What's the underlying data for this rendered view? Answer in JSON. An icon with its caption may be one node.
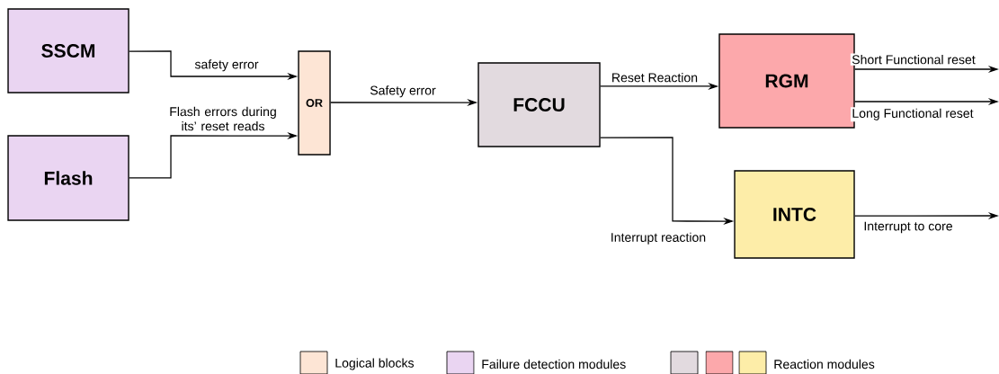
{
  "diagram": {
    "nodes": [
      {
        "text": [
          "SSCM"
        ]
      },
      {
        "text": [
          "Flash"
        ]
      },
      {
        "text": [
          "OR"
        ]
      },
      {
        "text": [
          "FCCU"
        ]
      },
      {
        "text": [
          "RGM"
        ]
      },
      {
        "text": [
          "INTC"
        ]
      }
    ],
    "edges": [
      {
        "from": 0,
        "to": 2,
        "arrow": "to",
        "label": "safety error"
      },
      {
        "from": 1,
        "to": 2,
        "arrow": "to",
        "label": "Flash errors during its’ reset reads"
      },
      {
        "from": 2,
        "to": 3,
        "arrow": "to",
        "label": "Safety error"
      },
      {
        "from": 3,
        "to": 4,
        "arrow": "to",
        "label": "Reset Reaction"
      },
      {
        "from": 3,
        "to": 5,
        "arrow": "to",
        "label": "Interrupt reaction"
      },
      {
        "from": 4,
        "to": null,
        "arrow": "to",
        "label": "Short Functional reset"
      },
      {
        "from": 4,
        "to": null,
        "arrow": "to",
        "label": "Long Functional reset"
      },
      {
        "from": 5,
        "to": null,
        "arrow": "to",
        "label": "Interrupt to core"
      }
    ],
    "legend": [
      {
        "text": "Logical blocks",
        "color": "#fde5d5"
      },
      {
        "text": "Failure detection modules",
        "color": "#ead5f2"
      },
      {
        "text": "Reaction modules",
        "color": "#e2dadf"
      }
    ]
  }
}
